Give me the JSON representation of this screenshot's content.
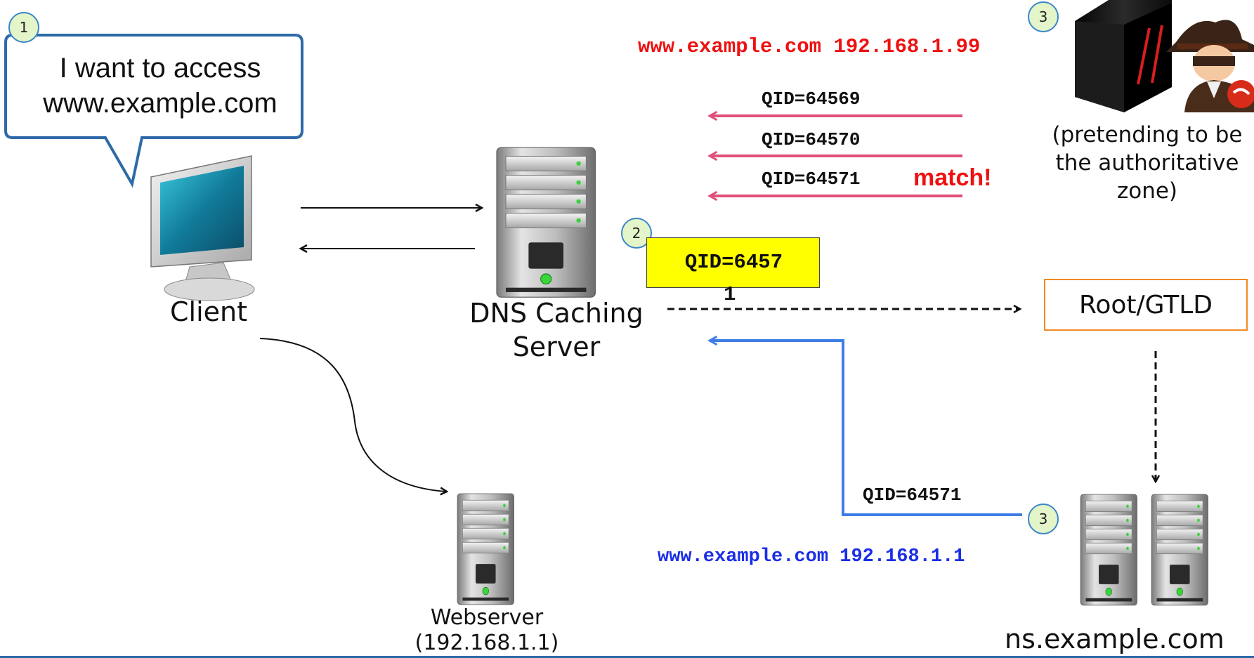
{
  "badges": {
    "client": "1",
    "caching": "2",
    "attacker": "3",
    "nameserver": "3"
  },
  "bubble": {
    "line1": "I want to access",
    "line2": "www.example.com"
  },
  "labels": {
    "client": "Client",
    "caching_line1": "DNS Caching",
    "caching_line2": "Server",
    "webserver_line1": "Webserver",
    "webserver_line2": "(192.168.1.1)",
    "nameserver": "ns.example.com",
    "root": "Root/GTLD",
    "attacker_line1": "(pretending to be",
    "attacker_line2": "the authoritative",
    "attacker_line3": "zone)"
  },
  "spoof": {
    "answer": "www.example.com 192.168.1.99",
    "qids": [
      "QID=64569",
      "QID=64570",
      "QID=64571"
    ],
    "match": "match!"
  },
  "query": {
    "qid_line1": "QID=6457",
    "qid_line2": "1"
  },
  "legit": {
    "qid": "QID=64571",
    "answer": "www.example.com 192.168.1.1"
  },
  "colors": {
    "spoof_arrow": "#e0507a",
    "legit_arrow": "#3f7de6",
    "spoof_text": "#ee1111",
    "legit_text": "#1a2ee6",
    "badge_fill": "#e4f5c9",
    "badge_border": "#3a86c8",
    "qid_highlight": "#ffff00",
    "root_border": "#f08a24"
  },
  "icons": [
    "monitor-icon",
    "server-icon",
    "attacker-server-icon",
    "spy-icon"
  ]
}
